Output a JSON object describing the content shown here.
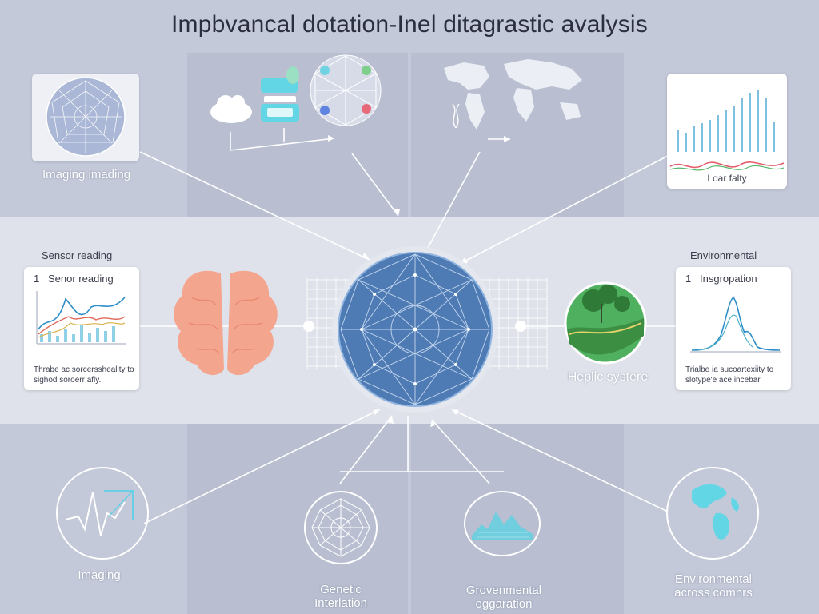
{
  "title": "Impbvancal dotation-Inel ditagrastic avalysis",
  "top_left": {
    "label": "Imaging imading",
    "icon": "radial-network-icon"
  },
  "top_right": {
    "label": "Loar falty",
    "icon": "bar-signal-chart-icon"
  },
  "top_center_left": {
    "icons": [
      "cloud-icon",
      "database-icon",
      "network-nodes-icon"
    ]
  },
  "top_center_right": {
    "icons": [
      "world-map-icon",
      "dna-icon"
    ]
  },
  "left_card": {
    "heading": "Sensor reading",
    "number": "1",
    "title": "Senor reading",
    "note": "Thrabe ac sorcerssheality to sighod soroerr afly.",
    "icon": "sensor-line-chart-icon"
  },
  "right_card": {
    "heading": "Environmental",
    "number": "1",
    "title": "Insgropation",
    "note": "Trialbe ia sucoartexiity to slotype'e ace incebar",
    "icon": "peak-chart-icon"
  },
  "center": {
    "icon": "globe-network-icon",
    "left_icon": "brain-icon",
    "right_icon": "forest-landscape-icon"
  },
  "right_node_label": "Heplic systere",
  "bottom": [
    {
      "label": "Imaging",
      "icon": "ecg-waveform-icon"
    },
    {
      "label": "Genetic\nInterlation",
      "icon": "geometric-flower-icon"
    },
    {
      "label": "Grovenmental\noggaration",
      "icon": "mountain-waveform-icon"
    },
    {
      "label": "Environmental\nacross comnrs",
      "icon": "earth-globe-icon"
    }
  ],
  "colors": {
    "background": "#c4c9d9",
    "band": "#dfe2ea",
    "globe": "#4f7bb4",
    "accent_blue": "#5fb1d8",
    "brain": "#f4a58d",
    "forest": "#4fb060"
  }
}
